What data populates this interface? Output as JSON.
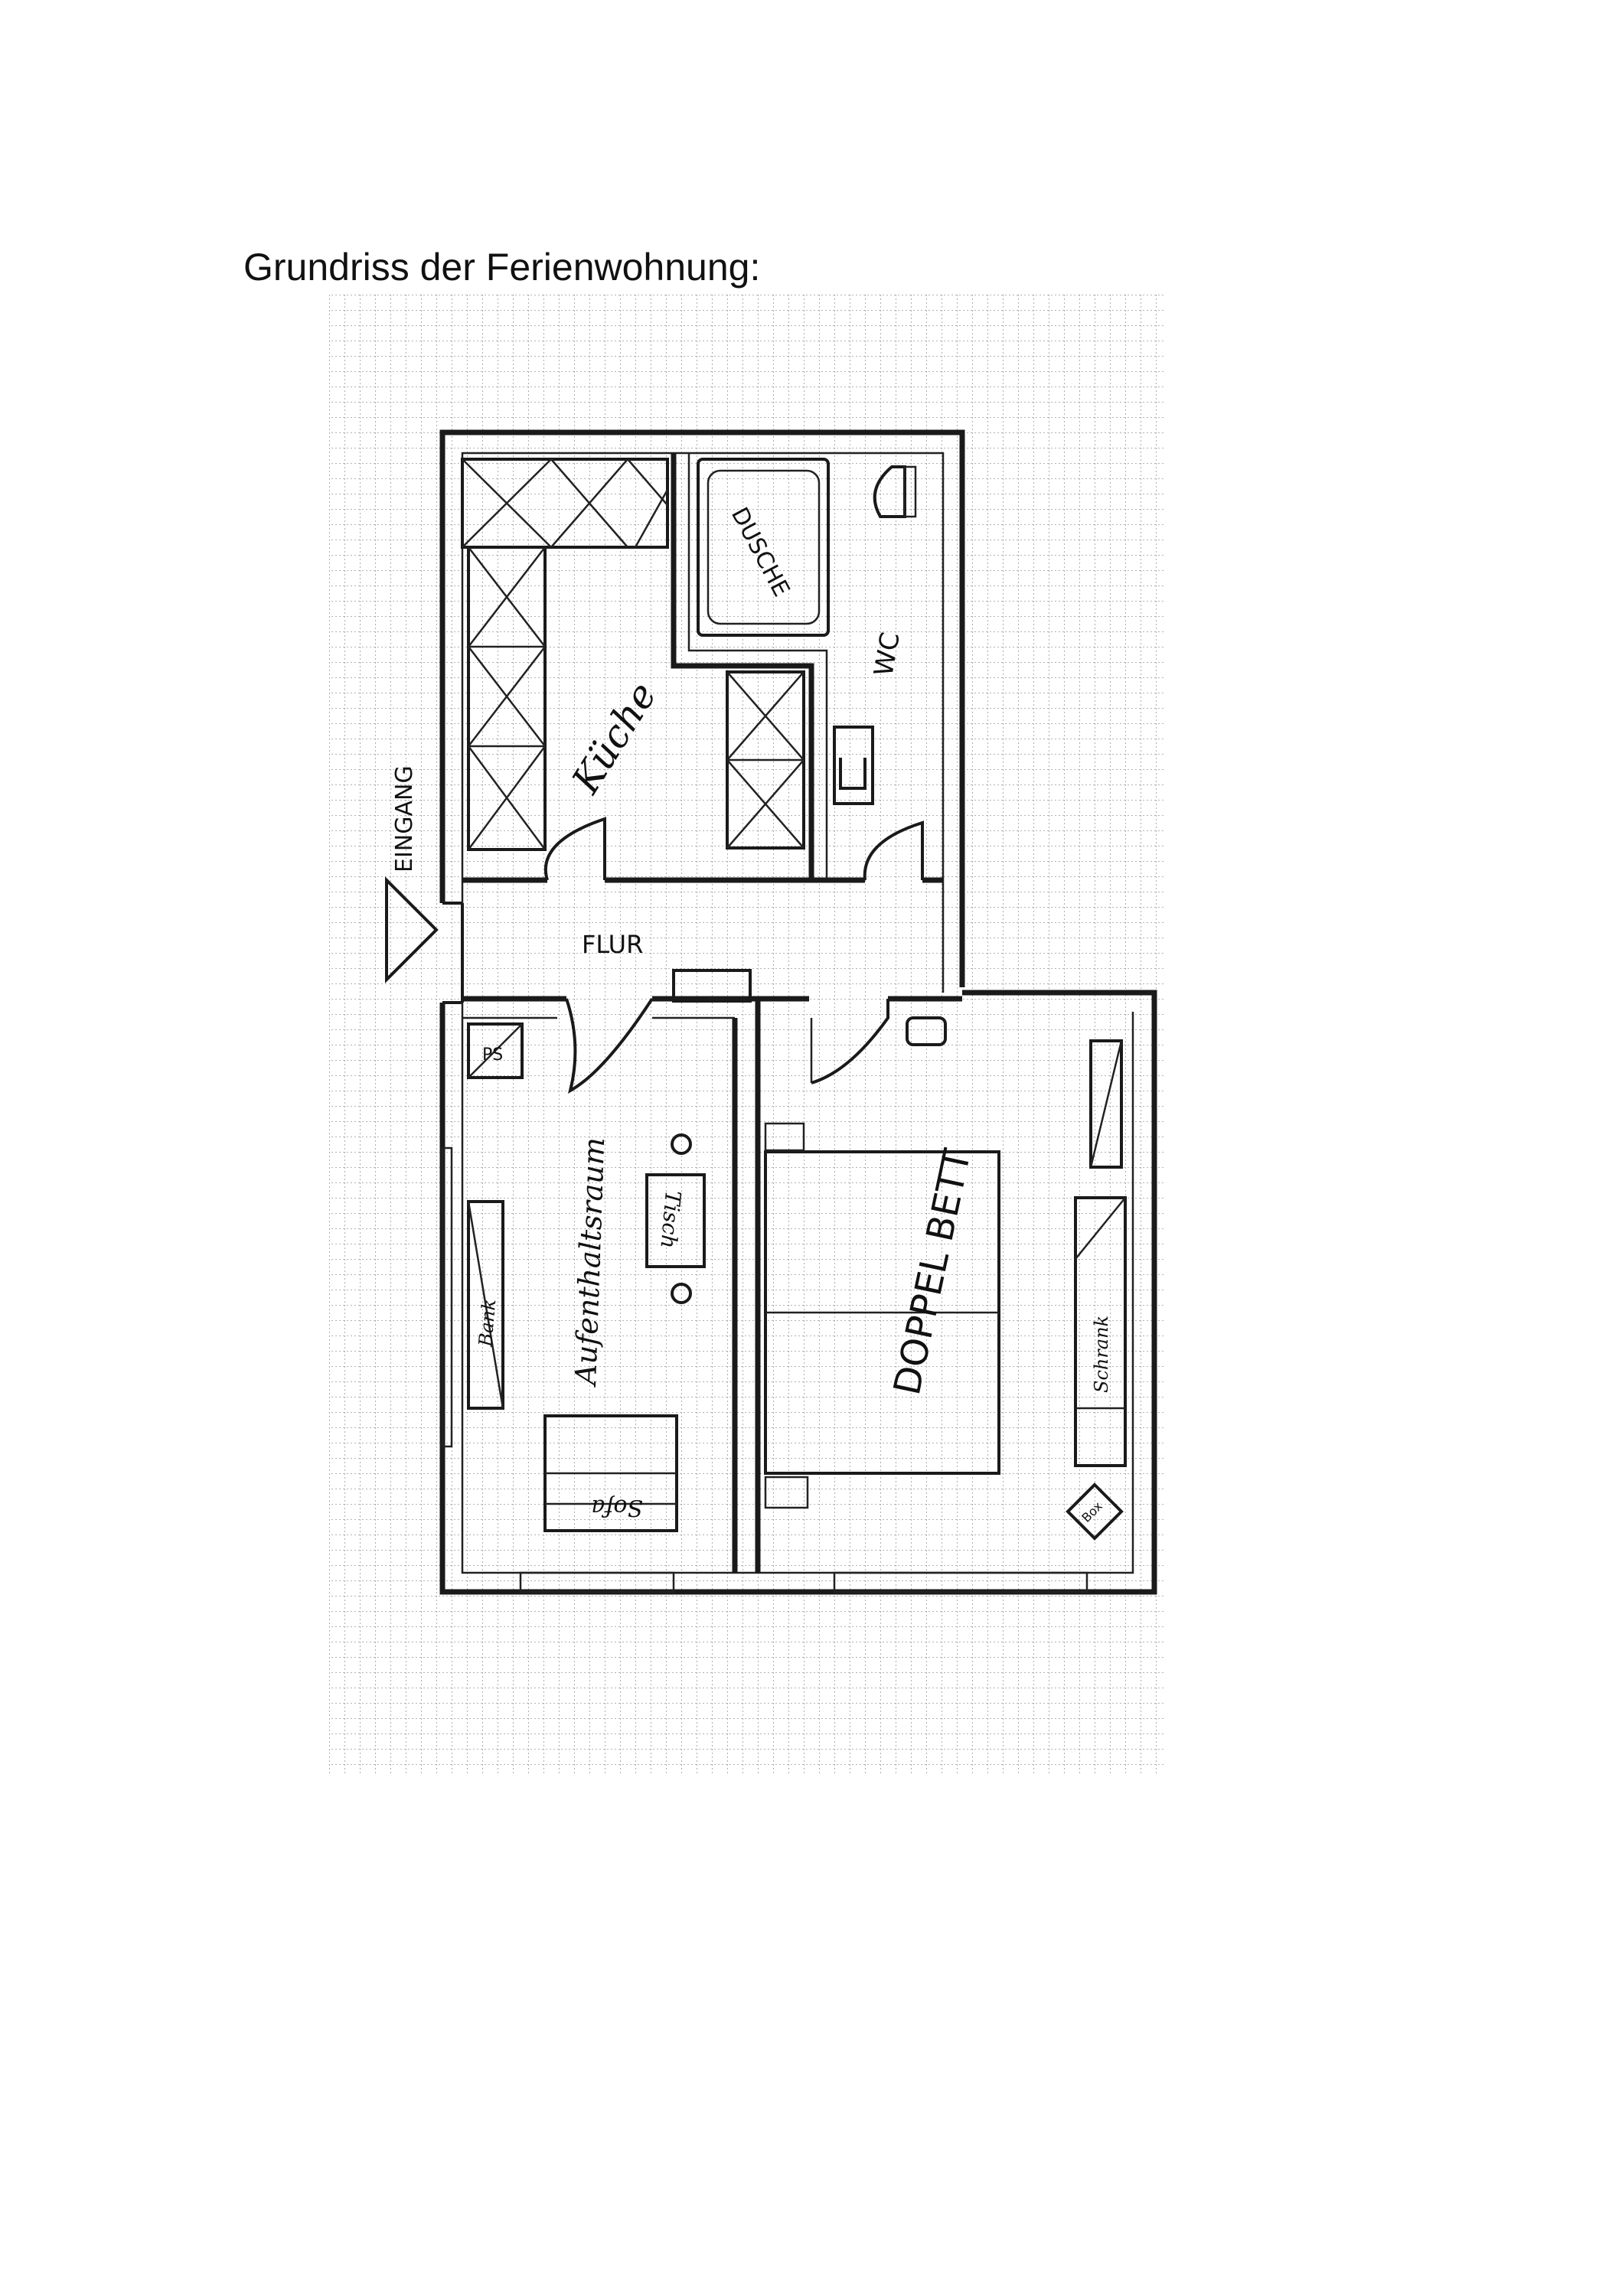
{
  "page": {
    "title": "Grundriss der Ferienwohnung:"
  },
  "labels": {
    "kitchen": "Küche",
    "shower": "DUSCHE",
    "wc": "WC",
    "entrance": "EINGANG",
    "hallway": "FLUR",
    "living_room": "Aufenthaltsraum",
    "table": "Tisch",
    "bench": "Bank",
    "sofa": "Sofa",
    "double_bed": "DOPPEL BETT",
    "wardrobe": "Schrank",
    "unit": "Box",
    "shelf": "PS"
  },
  "colors": {
    "ink": "#1a1a1a",
    "grid": "#9a9a9a",
    "paper": "#ffffff"
  }
}
